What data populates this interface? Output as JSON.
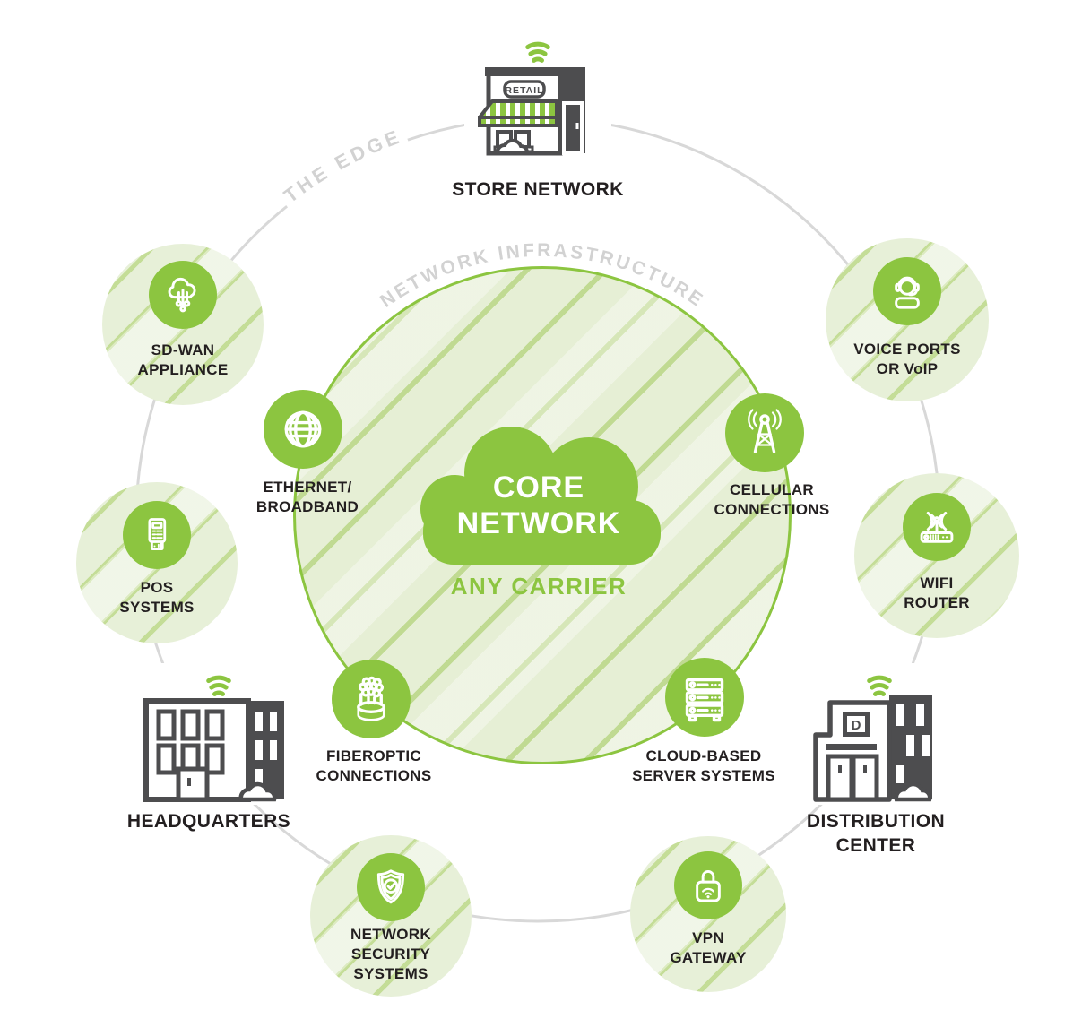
{
  "colors": {
    "accent_green": "#8CC540",
    "light_green_fill": "#E7F0D8",
    "stripe_green": "#CEE2AC",
    "ring_gray": "#D8D8D8",
    "arc_text_gray": "#D2D2D2",
    "label_black": "#231F20",
    "building_dark": "#4D4D4F",
    "white": "#FFFFFF"
  },
  "rings": {
    "outer_label": "THE EDGE",
    "inner_label": "NETWORK INFRASTRUCTURE"
  },
  "core": {
    "title": "CORE\nNETWORK",
    "subtitle": "ANY CARRIER",
    "icon": "core-cloud"
  },
  "edge_sites": {
    "store": {
      "label": "STORE NETWORK",
      "sign": "RETAIL",
      "icon": "retail-store-icon"
    },
    "headquarters": {
      "label": "HEADQUARTERS",
      "icon": "headquarters-building-icon"
    },
    "distribution": {
      "label": "DISTRIBUTION\nCENTER",
      "sign": "D",
      "icon": "distribution-center-building-icon"
    }
  },
  "edge_nodes": [
    {
      "id": "sd-wan",
      "label": "SD-WAN\nAPPLIANCE",
      "icon": "sdwan-cloud-circuit-icon"
    },
    {
      "id": "pos",
      "label": "POS\nSYSTEMS",
      "icon": "pos-terminal-icon"
    },
    {
      "id": "voice",
      "label": "VOICE PORTS\nOR VoIP",
      "icon": "voip-headset-icon"
    },
    {
      "id": "wifi",
      "label": "WIFI\nROUTER",
      "icon": "wifi-router-icon"
    },
    {
      "id": "vpn",
      "label": "VPN\nGATEWAY",
      "icon": "vpn-padlock-icon"
    },
    {
      "id": "security",
      "label": "NETWORK\nSECURITY\nSYSTEMS",
      "icon": "security-shield-icon"
    }
  ],
  "infrastructure_nodes": [
    {
      "id": "ethernet",
      "label": "ETHERNET/\nBROADBAND",
      "icon": "globe-icon"
    },
    {
      "id": "cellular",
      "label": "CELLULAR\nCONNECTIONS",
      "icon": "cell-tower-icon"
    },
    {
      "id": "fiber",
      "label": "FIBEROPTIC\nCONNECTIONS",
      "icon": "fiber-cable-icon"
    },
    {
      "id": "servers",
      "label": "CLOUD-BASED\nSERVER SYSTEMS",
      "icon": "server-rack-icon"
    }
  ]
}
